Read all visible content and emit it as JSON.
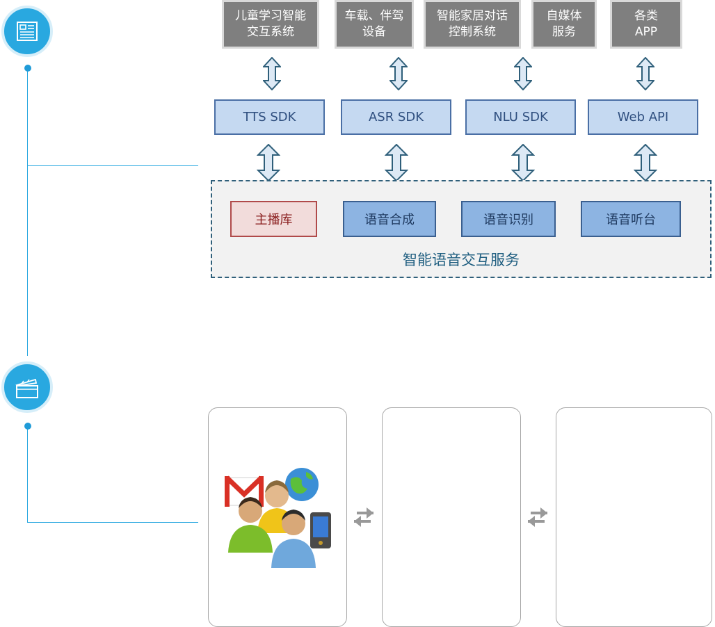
{
  "app_boxes": [
    {
      "line1": "儿童学习智能",
      "line2": "交互系统"
    },
    {
      "line1": "车载、伴驾",
      "line2": "设备"
    },
    {
      "line1": "智能家居对话",
      "line2": "控制系统"
    },
    {
      "line1": "自媒体",
      "line2": "服务"
    },
    {
      "line1": "各类",
      "line2": "APP"
    }
  ],
  "sdk_boxes": [
    "TTS SDK",
    "ASR SDK",
    "NLU SDK",
    "Web API"
  ],
  "service": {
    "items": [
      "主播库",
      "语音合成",
      "语音识别",
      "语音听台"
    ],
    "label": "智能语音交互服务"
  },
  "colors": {
    "timeline": "#29a8e0",
    "app_box": "#7f7f7f",
    "sdk_box": "#c5d9f1",
    "service_blue": "#8db4e2",
    "service_red": "#f2dcdb"
  },
  "icons": {
    "top_circle": "newspaper-icon",
    "bottom_circle": "clapperboard-icon",
    "users_cluster": "users-network-icon"
  }
}
